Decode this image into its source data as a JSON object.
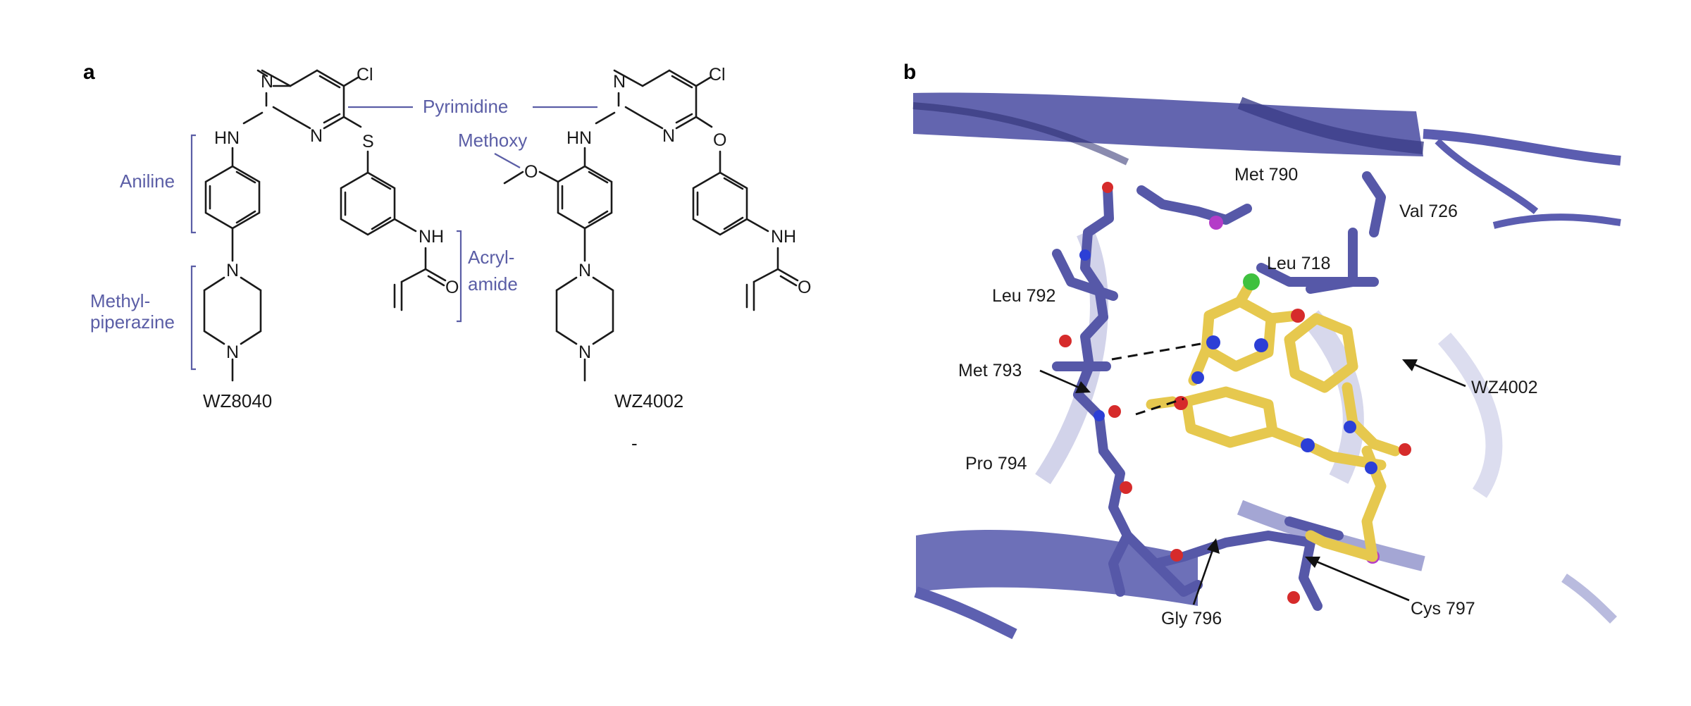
{
  "panel_a": {
    "label": "a",
    "pyrimidine_label": "Pyrimidine",
    "methoxy_label": "Methoxy",
    "aniline_label": "Aniline",
    "methylpiperazine_label_1": "Methyl-",
    "methylpiperazine_label_2": "piperazine",
    "acrylamide_label_1": "Acryl-",
    "acrylamide_label_2": "amide",
    "compound_1": {
      "name": "WZ8040",
      "atoms": {
        "n1": "N",
        "n2": "N",
        "cl": "Cl",
        "hn": "HN",
        "s": "S",
        "nh": "NH",
        "o": "O",
        "n3": "N",
        "n4": "N"
      }
    },
    "compound_2": {
      "name": "WZ4002",
      "atoms": {
        "n1": "N",
        "n2": "N",
        "cl": "Cl",
        "hn": "HN",
        "o_link": "O",
        "o_methoxy": "O",
        "nh": "NH",
        "o": "O",
        "n3": "N",
        "n4": "N"
      }
    },
    "stray_mark": "-"
  },
  "panel_b": {
    "label": "b",
    "residues": {
      "met790": "Met 790",
      "val726": "Val 726",
      "leu718": "Leu 718",
      "leu792": "Leu 792",
      "met793": "Met 793",
      "wz4002": "WZ4002",
      "pro794": "Pro 794",
      "gly796": "Gly 796",
      "cys797": "Cys 797"
    }
  },
  "colors": {
    "annotation_blue": "#5b5ea6",
    "protein_blue": "#5658a8",
    "ligand_yellow": "#e6c84e",
    "oxygen_red": "#d62b2b",
    "nitrogen_blue": "#2c3fd6",
    "sulfur_magenta": "#b43cc8",
    "chlorine_green": "#3fc13f"
  }
}
